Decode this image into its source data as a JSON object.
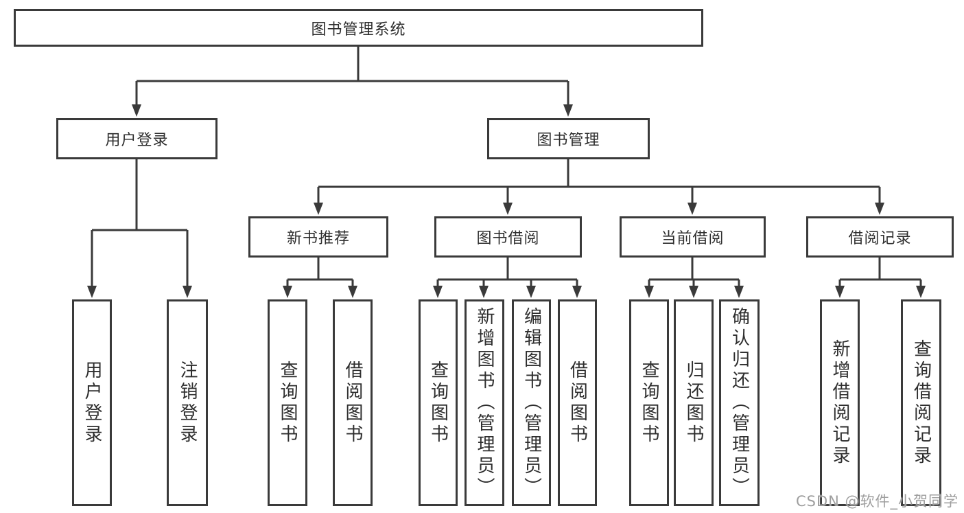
{
  "diagram_title": "图书管理系统",
  "tree": {
    "label": "图书管理系统",
    "children": [
      {
        "label": "用户登录",
        "children": [
          {
            "label": "用户登录"
          },
          {
            "label": "注销登录"
          }
        ]
      },
      {
        "label": "图书管理",
        "children": [
          {
            "label": "新书推荐",
            "children": [
              {
                "label": "查询图书"
              },
              {
                "label": "借阅图书"
              }
            ]
          },
          {
            "label": "图书借阅",
            "children": [
              {
                "label": "查询图书"
              },
              {
                "label": "新增图书（管理员）"
              },
              {
                "label": "编辑图书（管理员）"
              },
              {
                "label": "借阅图书"
              }
            ]
          },
          {
            "label": "当前借阅",
            "children": [
              {
                "label": "查询图书"
              },
              {
                "label": "归还图书"
              },
              {
                "label": "确认归还（管理员）"
              }
            ]
          },
          {
            "label": "借阅记录",
            "children": [
              {
                "label": "新增借阅记录"
              },
              {
                "label": "查询借阅记录"
              }
            ]
          }
        ]
      }
    ]
  },
  "watermark": "CSDN @软件_小贺同学",
  "colors": {
    "line": "#3a3a3a",
    "text": "#2e2e2e",
    "box_background": "#ffffff",
    "watermark": "#9e9e9e",
    "background": "#ffffff"
  }
}
